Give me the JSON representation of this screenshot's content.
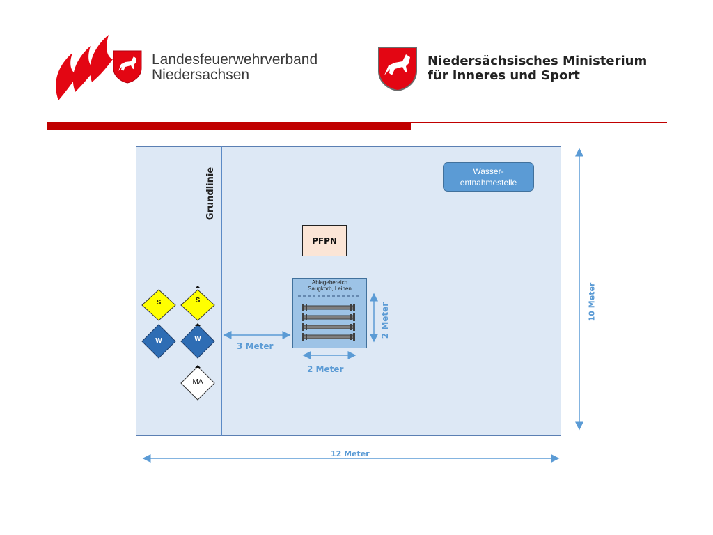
{
  "header": {
    "org_line1": "Landesfeuerwehrverband",
    "org_line2": "Niedersachsen",
    "ministry_line1": "Niedersächsisches Ministerium",
    "ministry_line2": "für Inneres und Sport"
  },
  "diagram": {
    "grundlinie": "Grundlinie",
    "wasser_line1": "Wasser-",
    "wasser_line2": "entnahmestelle",
    "pfpn": "PFPN",
    "ablage_line1": "Ablagebereich",
    "ablage_line2": "Saugkorb, Leinen",
    "dim_3m": "3 Meter",
    "dim_2m_h": "2 Meter",
    "dim_2m_v": "2 Meter",
    "dim_10m": "10 Meter",
    "dim_12m": "12 Meter",
    "markers": {
      "s1": "S",
      "s2": "S",
      "w1": "W",
      "w2": "W",
      "ma": "MA"
    }
  },
  "colors": {
    "red": "#e30613",
    "dark_red": "#c00000",
    "field": "#dde8f5",
    "blue": "#5b9bd5",
    "yellow": "#ffff00",
    "dark_blue": "#2e6db4"
  },
  "icons": [
    "flames-logo",
    "horse-shield-icon"
  ]
}
